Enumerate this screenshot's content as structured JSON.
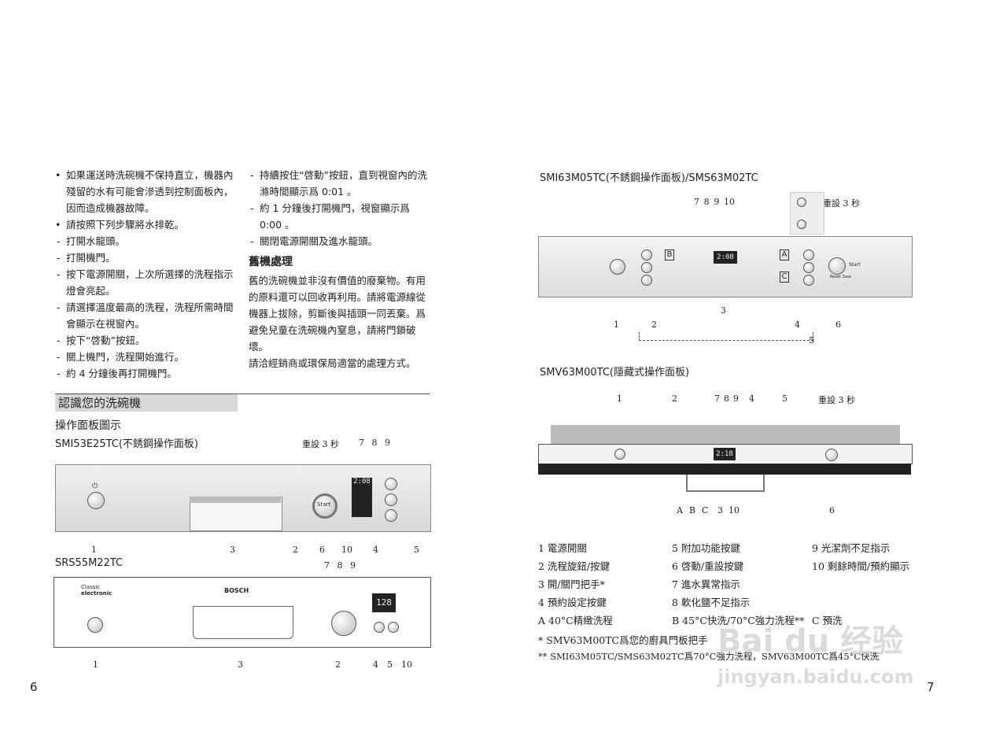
{
  "left": {
    "col1": {
      "bullet1": "如果運送時洗碗機不保持直立，機器內殘留的水有可能會滲透到控制面板內，因而造成機器故障。",
      "bullet2": "請按照下列步驟將水排乾。",
      "steps": [
        "打開水龍頭。",
        "打開機門。",
        "按下電源開關，上次所選擇的洗程指示燈會亮起。",
        "請選擇溫度最高的洗程，洗程所需時間會顯示在視窗內。",
        "按下“啓動”按鈕。",
        "關上機門，洗程開始進行。",
        "約 4 分鐘後再打開機門。"
      ]
    },
    "col2": {
      "steps": [
        "持續按住“啓動”按鈕，直到視窗內的洗滌時間顯示爲 0:01 。",
        "約 1 分鐘後打開機門，視窗顯示爲 0:00 。",
        "關閉電源開關及進水龍頭。"
      ],
      "heading": "舊機處理",
      "para1": "舊的洗碗機並非沒有價值的廢棄物。有用的原料還可以回收再利用。請將電源線從機器上拔除，剪斷後與插頭一同丟棄。爲避免兒童在洗碗機內窒息，請將門鎖破壞。",
      "para2": "請洽經銷商或環保局適當的處理方式。"
    },
    "section_title": "認識您的洗碗機",
    "subtitle": "操作面板圖示",
    "model1": "SMI53E25TC(不銹鋼操作面板)",
    "model1_reset": "重設 3 秒",
    "model1_display": "2:08",
    "model1_top_labels": [
      "7",
      "8",
      "9"
    ],
    "model1_bottom_labels": [
      "1",
      "3",
      "2",
      "6",
      "10",
      "4",
      "5"
    ],
    "model2": "SRS55M22TC",
    "model2_brand_small": "Classic",
    "model2_brand_small2": "electronic",
    "model2_brand": "BOSCH",
    "model2_display": "128",
    "model2_top_labels": [
      "7",
      "8",
      "9"
    ],
    "model2_bottom_labels": [
      "1",
      "3",
      "2",
      "4",
      "5",
      "10"
    ],
    "start_label": "Start",
    "page_number": "6"
  },
  "right": {
    "model3": "SMI63M05TC(不銹鋼操作面板)/SMS63M02TC",
    "model3_reset": "重設 3 秒",
    "model3_display": "2:08",
    "model3_top_labels": [
      "7",
      "8",
      "9",
      "10"
    ],
    "model3_bottom_labels": [
      "1",
      "2",
      "3",
      "4",
      "5",
      "6"
    ],
    "model3_boxes": [
      "B",
      "A",
      "C"
    ],
    "model3_start_sub": "Reset 3sec",
    "model4": "SMV63M00TC(隱藏式操作面板)",
    "model4_reset": "重設 3 秒",
    "model4_display": "2:18",
    "model4_top_labels": [
      "1",
      "2",
      "7",
      "8",
      "9",
      "4",
      "5"
    ],
    "model4_bottom_labels": [
      "A",
      "B",
      "C",
      "3",
      "10",
      "6"
    ],
    "legend": [
      [
        "1 電源開關",
        "5 附加功能按鍵",
        "9 光潔劑不足指示"
      ],
      [
        "2 洗程旋鈕/按鍵",
        "6 啓動/重設按鍵",
        "10 剩餘時間/預約顯示"
      ],
      [
        "3 開/關門把手*",
        "7 進水異常指示",
        ""
      ],
      [
        "4 預約設定按鍵",
        "8 軟化鹽不足指示",
        ""
      ],
      [
        "A 40°C精緻洗程",
        "B 45°C快洗/70°C強力洗程**",
        "C 預洗"
      ]
    ],
    "note1": "* SMV63M00TC爲您的廚具門板把手",
    "note2": "** SMI63M05TC/SMS63M02TC爲70°C強力洗程，SMV63M00TC爲45°C快洗",
    "watermark1": "Bai du 经验",
    "watermark2": "jingyan.baidu.com",
    "page_number": "7"
  }
}
